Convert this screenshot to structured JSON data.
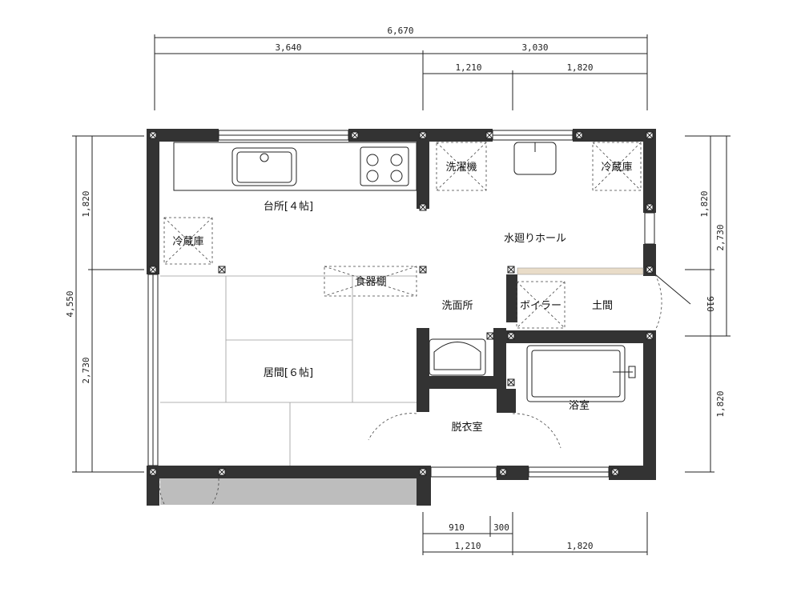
{
  "dimensions": {
    "top_total": "6,670",
    "top_left": "3,640",
    "top_right": "3,030",
    "top_sub_left": "1,210",
    "top_sub_right": "1,820",
    "left_total": "4,550",
    "left_upper": "1,820",
    "left_lower": "2,730",
    "right_upper": "1,820",
    "right_upper_total": "2,730",
    "right_door": "910",
    "right_lower": "1,820",
    "bottom_910": "910",
    "bottom_300": "300",
    "bottom_left": "1,210",
    "bottom_right": "1,820"
  },
  "rooms": {
    "kitchen": "台所[４帖]",
    "fridge_left": "冷蔵庫",
    "cupboard": "食器棚",
    "washer": "洗濯機",
    "fridge_right": "冷蔵庫",
    "water_hall": "水廻りホール",
    "washroom": "洗面所",
    "boiler": "ボイラー",
    "earth_floor": "土間",
    "living": "居間[６帖]",
    "bath": "浴室",
    "dressing": "脱衣室"
  },
  "colors": {
    "wall": "#333333",
    "porch": "#bdbdbd",
    "line": "#222222"
  }
}
